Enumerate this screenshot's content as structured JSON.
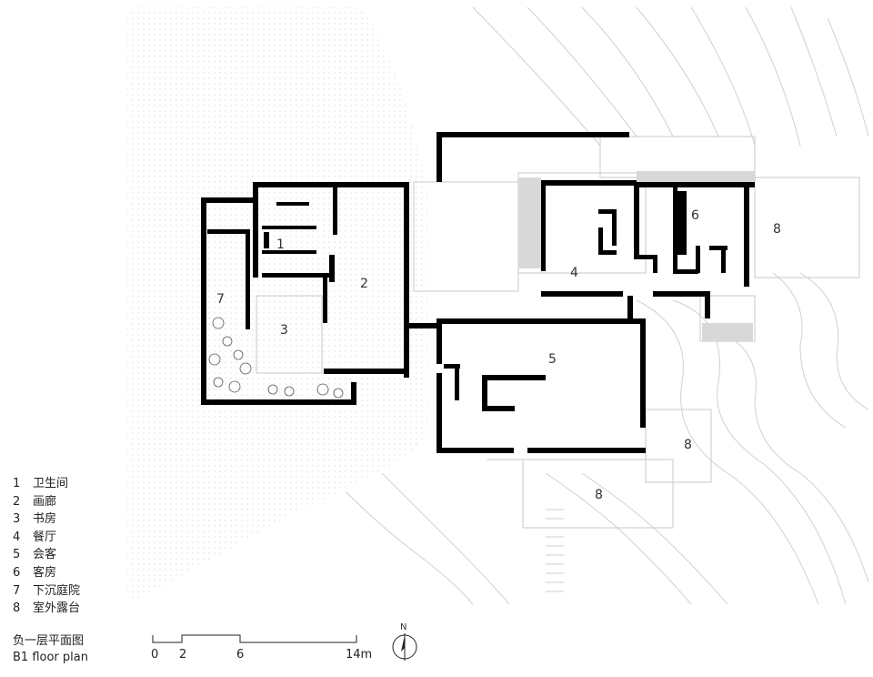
{
  "legend": [
    {
      "num": "1",
      "label": "卫生间"
    },
    {
      "num": "2",
      "label": "画廊"
    },
    {
      "num": "3",
      "label": "书房"
    },
    {
      "num": "4",
      "label": "餐厅"
    },
    {
      "num": "5",
      "label": "会客"
    },
    {
      "num": "6",
      "label": "客房"
    },
    {
      "num": "7",
      "label": "下沉庭院"
    },
    {
      "num": "8",
      "label": "室外露台"
    }
  ],
  "rooms": {
    "r1": "1",
    "r2": "2",
    "r3": "3",
    "r4": "4",
    "r5": "5",
    "r6": "6",
    "r7": "7",
    "r8a": "8",
    "r8b": "8",
    "r8c": "8"
  },
  "title": {
    "cn": "负一层平面图",
    "en": "B1 floor plan"
  },
  "scale": {
    "ticks": [
      "0",
      "2",
      "6",
      "14m"
    ]
  },
  "north": "N",
  "colors": {
    "wall": "#000000",
    "context": "#c8c8c8",
    "ground": "#e9e9e9"
  }
}
